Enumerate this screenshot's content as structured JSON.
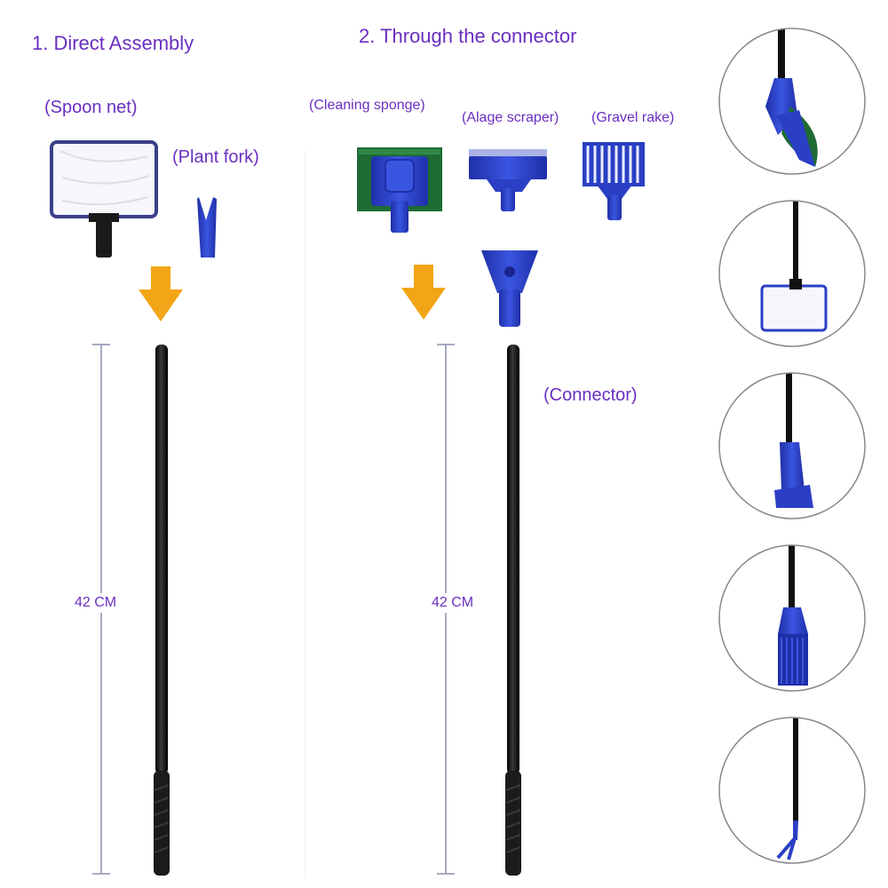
{
  "sections": {
    "direct": {
      "title": "1. Direct  Assembly",
      "spoon_net_label": "(Spoon net)",
      "plant_fork_label": "(Plant fork)",
      "length_label": "42  CM"
    },
    "connector": {
      "title": "2. Through the connector",
      "cleaning_sponge_label": "(Cleaning sponge)",
      "algae_scraper_label": "(Alage scraper)",
      "gravel_rake_label": "(Gravel rake)",
      "connector_label": "(Connector)",
      "length_label": "42 CM"
    }
  },
  "colors": {
    "label_text": "#6a2fc0",
    "arrow": "#f2a516",
    "attachment_blue": "#2a3fc4",
    "handle": "#151515",
    "sponge_green": "#1f6b34",
    "circle_border": "#888888"
  },
  "icons": {
    "arrow": "down-arrow-icon"
  }
}
